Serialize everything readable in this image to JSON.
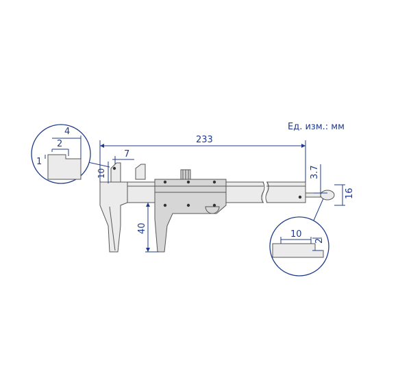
{
  "units_label": "Ед. изм.: мм",
  "dimensions": {
    "overall_length": "233",
    "jaw_depth": "40",
    "inner_jaw_width": "7",
    "inner_jaw_height": "10",
    "rod_offset": "3.7",
    "rod_height": "16"
  },
  "detail_left": {
    "width_outer": "4",
    "width_inner": "2",
    "height": "1"
  },
  "detail_right": {
    "width": "10",
    "height": "2"
  },
  "colors": {
    "dimension_lines": "#1f3a8a",
    "tool_body": "#ebebeb",
    "tool_outline": "#555555"
  }
}
